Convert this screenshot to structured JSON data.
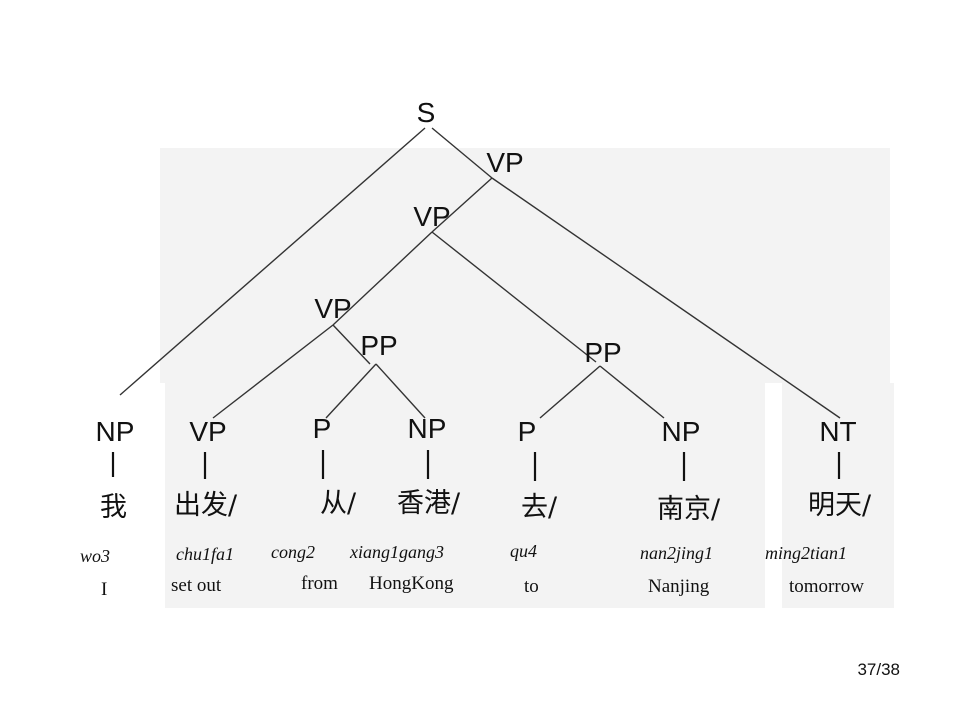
{
  "slide": {
    "page_number": "37/38"
  },
  "tree": {
    "root": "S",
    "internal": [
      {
        "id": "vp1",
        "label": "VP"
      },
      {
        "id": "vp2",
        "label": "VP"
      },
      {
        "id": "vp3",
        "label": "VP"
      },
      {
        "id": "pp1",
        "label": "PP"
      },
      {
        "id": "pp2",
        "label": "PP"
      }
    ],
    "leaves": [
      {
        "tag": "NP",
        "word": "我",
        "pinyin": "wo3",
        "gloss": "I"
      },
      {
        "tag": "VP",
        "word": "出发/",
        "pinyin": "chu1fa1",
        "gloss": "set out"
      },
      {
        "tag": "P",
        "word": "从/",
        "pinyin": "cong2",
        "gloss": "from"
      },
      {
        "tag": "NP",
        "word": "香港/",
        "pinyin": "xiang1gang3",
        "gloss": "HongKong"
      },
      {
        "tag": "P",
        "word": "去/",
        "pinyin": "qu4",
        "gloss": "to"
      },
      {
        "tag": "NP",
        "word": "南京/",
        "pinyin": "nan2jing1",
        "gloss": "Nanjing"
      },
      {
        "tag": "NT",
        "word": "明天/",
        "pinyin": "ming2tian1",
        "gloss": "tomorrow"
      }
    ]
  }
}
